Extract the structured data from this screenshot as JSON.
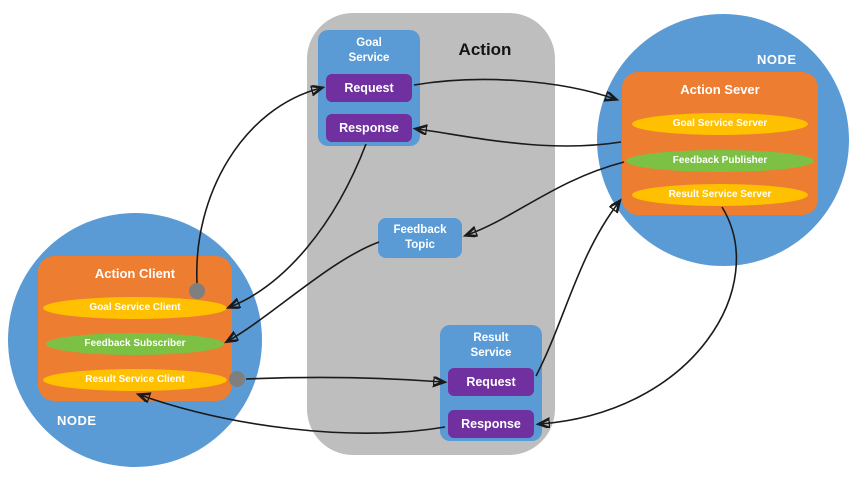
{
  "action": {
    "title": "Action",
    "goal_service": {
      "title": "Goal Service",
      "request_label": "Request",
      "response_label": "Response"
    },
    "feedback_topic": {
      "title": "Feedback Topic"
    },
    "result_service": {
      "title": "Result Service",
      "request_label": "Request",
      "response_label": "Response"
    }
  },
  "server_node": {
    "node_label": "NODE",
    "title": "Action Sever",
    "items": [
      {
        "label": "Goal Service Server",
        "color": "#ffc000"
      },
      {
        "label": "Feedback Publisher",
        "color": "#7cc143"
      },
      {
        "label": "Result Service Server",
        "color": "#ffc000"
      }
    ]
  },
  "client_node": {
    "node_label": "NODE",
    "title": "Action Client",
    "items": [
      {
        "label": "Goal Service Client",
        "color": "#ffc000"
      },
      {
        "label": "Feedback Subscriber",
        "color": "#7cc143"
      },
      {
        "label": "Result Service Client",
        "color": "#ffc000"
      }
    ]
  },
  "connections": [
    "Action Client goal -> Goal Service Request",
    "Goal Service Request -> Action Server",
    "Action Server -> Goal Service Response",
    "Goal Service Response -> Goal Service Client",
    "Feedback Publisher -> Feedback Topic",
    "Feedback Topic -> Feedback Subscriber",
    "Result Service Client -> Result Service Request",
    "Result Service Request -> Result Service Server",
    "Result Service Server -> Result Service Response",
    "Result Service Response -> Result Service Client"
  ],
  "colors": {
    "node_circle": "#5b9bd5",
    "action_container": "#bebebe",
    "orange_box": "#ed7d31",
    "service_box": "#5b9bd5",
    "request_button": "#7030a0",
    "gold_ellipse": "#ffc000",
    "green_ellipse": "#7cc143",
    "arrow": "#1a1a1a",
    "connector_dot": "#7f7f7f"
  }
}
